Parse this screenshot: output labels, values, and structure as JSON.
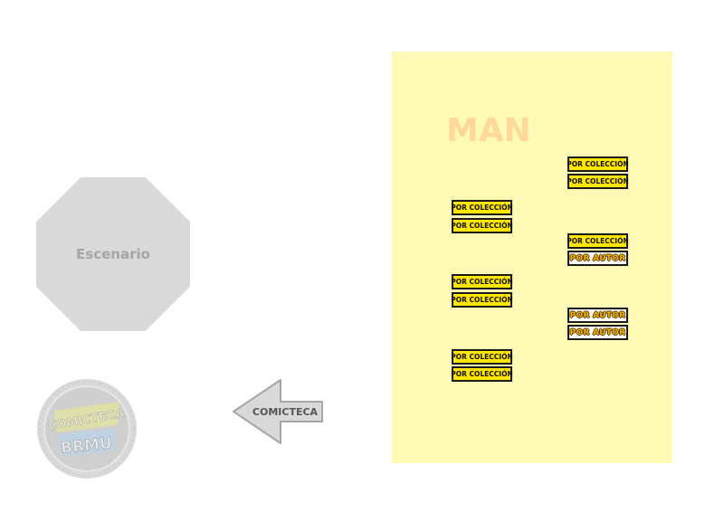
{
  "scenario": {
    "label": "Escenario"
  },
  "arrow": {
    "label": "COMICTECA"
  },
  "logo": {
    "top_text": "COMICTECA",
    "bottom_text": "BRMU"
  },
  "panel": {
    "title": "MAN",
    "tags": [
      {
        "id": "t1",
        "label": "POR COLECCIÓN",
        "kind": "coleccion"
      },
      {
        "id": "t2",
        "label": "POR COLECCIÓN",
        "kind": "coleccion"
      },
      {
        "id": "t3",
        "label": "POR COLECCIÓN",
        "kind": "coleccion"
      },
      {
        "id": "t4",
        "label": "POR COLECCIÓN",
        "kind": "coleccion"
      },
      {
        "id": "t5",
        "label": "POR COLECCIÓN",
        "kind": "coleccion"
      },
      {
        "id": "t6",
        "label": "POR AUTOR",
        "kind": "autor"
      },
      {
        "id": "t7",
        "label": "POR COLECCIÓN",
        "kind": "coleccion"
      },
      {
        "id": "t8",
        "label": "POR COLECCIÓN",
        "kind": "coleccion"
      },
      {
        "id": "t9",
        "label": "POR AUTOR",
        "kind": "autor"
      },
      {
        "id": "t10",
        "label": "POR AUTOR",
        "kind": "autor"
      },
      {
        "id": "t11",
        "label": "POR COLECCIÓN",
        "kind": "coleccion"
      },
      {
        "id": "t12",
        "label": "POR COLECCIÓN",
        "kind": "coleccion"
      }
    ]
  }
}
